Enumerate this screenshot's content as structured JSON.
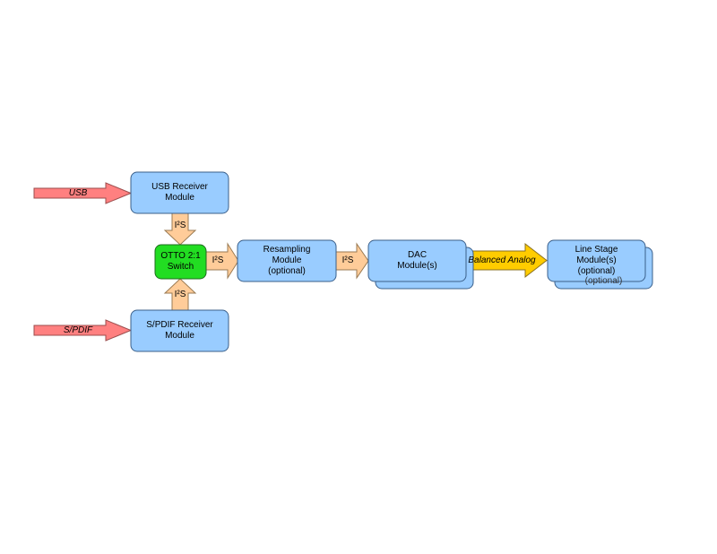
{
  "colors": {
    "module_fill": "#99ccff",
    "module_stroke": "#3a5f8a",
    "switch_fill": "#22dd22",
    "input_arrow": "#ff8080",
    "i2s_arrow": "#ffcc99",
    "analog_arrow": "#ffcc00"
  },
  "inputs": {
    "usb": "USB",
    "spdif": "S/PDIF"
  },
  "modules": {
    "usb_receiver": "USB Receiver\nModule",
    "spdif_receiver": "S/PDIF Receiver\nModule",
    "switch": "OTTO 2:1\nSwitch",
    "resampling": "Resampling\nModule\n(optional)",
    "dac": "DAC\nModule(s)",
    "line_stage": "Line Stage\nModule(s)\n(optional)",
    "line_stage_back": "(optional)"
  },
  "links": {
    "usb_to_switch": "I²S",
    "spdif_to_switch": "I²S",
    "switch_to_resampling": "I²S",
    "resampling_to_dac": "I²S",
    "dac_to_line_stage": "Balanced Analog"
  }
}
